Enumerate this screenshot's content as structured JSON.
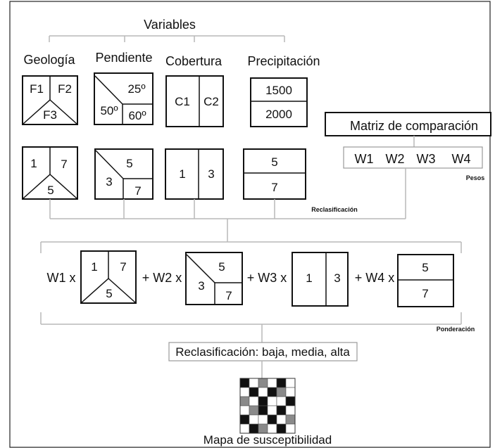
{
  "header": {
    "title": "Variables"
  },
  "variables": [
    {
      "label": "Geología",
      "cells": [
        "F1",
        "F2",
        "F3"
      ]
    },
    {
      "label": "Pendiente",
      "cells": [
        "25º",
        "50º",
        "60º"
      ]
    },
    {
      "label": "Cobertura",
      "cells": [
        "C1",
        "C2"
      ]
    },
    {
      "label": "Precipitación",
      "cells": [
        "1500",
        "2000"
      ]
    }
  ],
  "reclass": [
    {
      "cells": [
        "1",
        "7",
        "5"
      ]
    },
    {
      "cells": [
        "5",
        "3",
        "7"
      ]
    },
    {
      "cells": [
        "1",
        "3"
      ]
    },
    {
      "cells": [
        "5",
        "7"
      ]
    }
  ],
  "matrix": {
    "title": "Matriz de comparación",
    "weights": [
      "W1",
      "W2",
      "W3",
      "W4"
    ],
    "weights_label": "Pesos"
  },
  "labels": {
    "reclasificacion": "Reclasificación",
    "ponderacion": "Ponderación"
  },
  "weighted": {
    "terms": [
      "W1 x",
      "+ W2 x",
      "+ W3 x",
      "+ W4 x"
    ],
    "boxes": [
      {
        "cells": [
          "1",
          "7",
          "5"
        ]
      },
      {
        "cells": [
          "5",
          "3",
          "7"
        ]
      },
      {
        "cells": [
          "1",
          "3"
        ]
      },
      {
        "cells": [
          "5",
          "7"
        ]
      }
    ]
  },
  "final_reclass": {
    "label": "Reclasificación: baja, media, alta"
  },
  "map": {
    "title": "Mapa de susceptibilidad",
    "colors": {
      "black": "#111111",
      "gray": "#8a8a8a",
      "white": "#ffffff"
    },
    "grid": [
      [
        1,
        0,
        2,
        0,
        1,
        0
      ],
      [
        0,
        1,
        0,
        1,
        2,
        0
      ],
      [
        2,
        0,
        1,
        0,
        0,
        1
      ],
      [
        0,
        2,
        1,
        0,
        1,
        0
      ],
      [
        1,
        0,
        0,
        1,
        0,
        2
      ],
      [
        0,
        1,
        2,
        0,
        1,
        0
      ]
    ]
  }
}
